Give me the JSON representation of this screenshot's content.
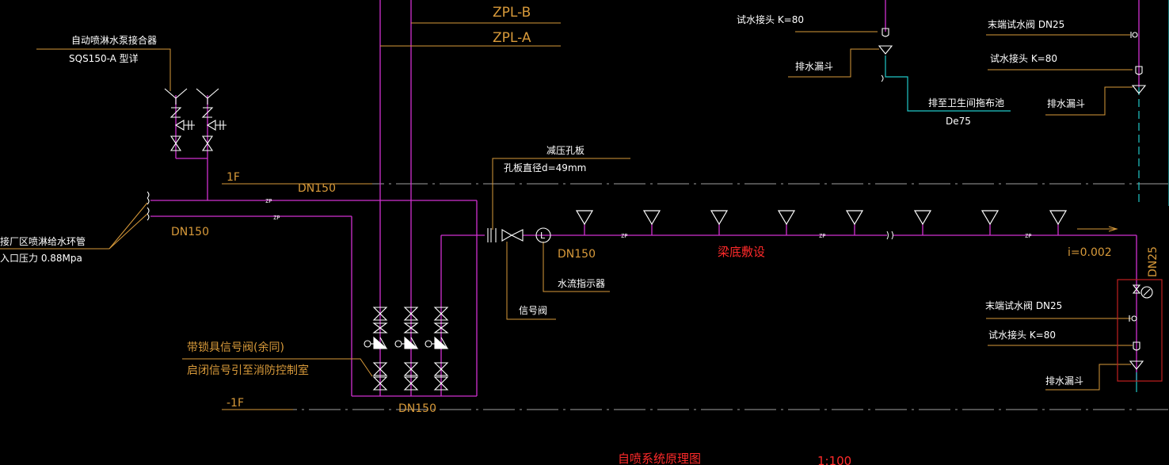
{
  "labels": {
    "zpl_b": "ZPL-B",
    "zpl_a": "ZPL-A",
    "pump_adapter_title": "自动喷淋水泵接合器",
    "pump_adapter_model": "SQS150-A  型详",
    "floor_1f": "1F",
    "floor_b1f": "-1F",
    "dn150_main": "DN150",
    "dn150_left": "DN150",
    "dn150_bottom": "DN150",
    "dn150_branch": "DN150",
    "ring_main_title": "接厂区喷淋给水环管",
    "inlet_pressure": "入口压力 0.88Mpa",
    "orifice_title": "减压孔板",
    "orifice_diameter": "孔板直径d=49mm",
    "flow_indicator": "水流指示器",
    "signal_valve": "信号阀",
    "lock_signal_valve": "带锁具信号阀(余同)",
    "signal_to_control": "启闭信号引至消防控制室",
    "under_beam": "梁底敷设",
    "slope": "i=0.002",
    "dn25_vertical": "DN25",
    "test_joint_top": "试水接头  K=80",
    "drain_funnel_top": "排水漏斗",
    "to_mop_sink": "排至卫生间拖布池",
    "de75": "De75",
    "end_test_valve_top": "末端试水阀 DN25",
    "test_joint_right": "试水接头  K=80",
    "drain_funnel_right": "排水漏斗",
    "end_test_valve_bottom": "末端试水阀 DN25",
    "test_joint_bottom": "试水接头  K=80",
    "drain_funnel_bottom": "排水漏斗",
    "zp": "ZP",
    "diagram_title": "自喷系统原理图",
    "scale": "1:100"
  },
  "colors": {
    "background": "#000000",
    "pipe_magenta": "#d030d0",
    "leader_orange": "#d89a3a",
    "drain_cyan": "#20c8c8",
    "text_white": "#ffffff",
    "text_red": "#ff2a2a",
    "box_red": "#c02020",
    "floor_line_gray": "#a0a0a0"
  }
}
